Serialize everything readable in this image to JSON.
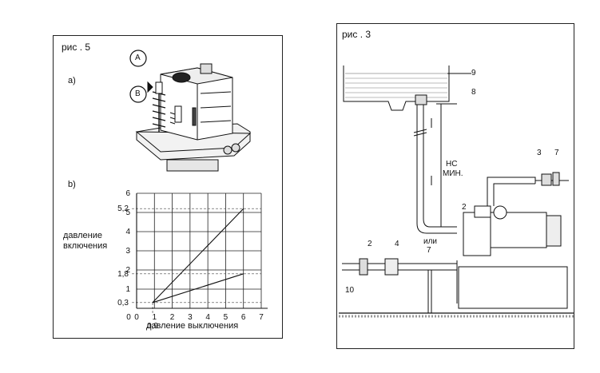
{
  "left_panel": {
    "title": "рис . 5",
    "marker_a": "A",
    "marker_b": "B",
    "part_a": "a)",
    "part_b": "b)"
  },
  "chart_data": {
    "type": "line",
    "xlabel": "давление выключения",
    "ylabel": "давление включения",
    "x_ticks": [
      0,
      1,
      2,
      3,
      4,
      5,
      6,
      7
    ],
    "y_ticks": [
      0,
      1,
      2,
      3,
      4,
      5,
      6
    ],
    "extra_x_ticks": [
      0.9
    ],
    "extra_x_tick_labels": [
      "0,9"
    ],
    "extra_y_ticks": [
      0.3,
      1.8,
      5.2
    ],
    "extra_y_tick_labels": [
      "0,3",
      "1,8",
      "5,2"
    ],
    "xlim": [
      0,
      7
    ],
    "ylim": [
      0,
      6
    ],
    "grid": true,
    "series": [
      {
        "x": [
          0.9,
          6
        ],
        "y": [
          0.3,
          5.2
        ]
      },
      {
        "x": [
          0.9,
          6
        ],
        "y": [
          0.3,
          1.8
        ]
      }
    ]
  },
  "right_panel": {
    "title": "рис . 3",
    "callouts": {
      "n9": "9",
      "n8": "8",
      "n3": "3",
      "n7_top": "7",
      "n2_pump": "2",
      "n2_left": "2",
      "n4": "4",
      "n7_bottom": "7",
      "n10": "10"
    },
    "hc_label": "HC",
    "min_label": "МИН.",
    "or_label": "или"
  }
}
